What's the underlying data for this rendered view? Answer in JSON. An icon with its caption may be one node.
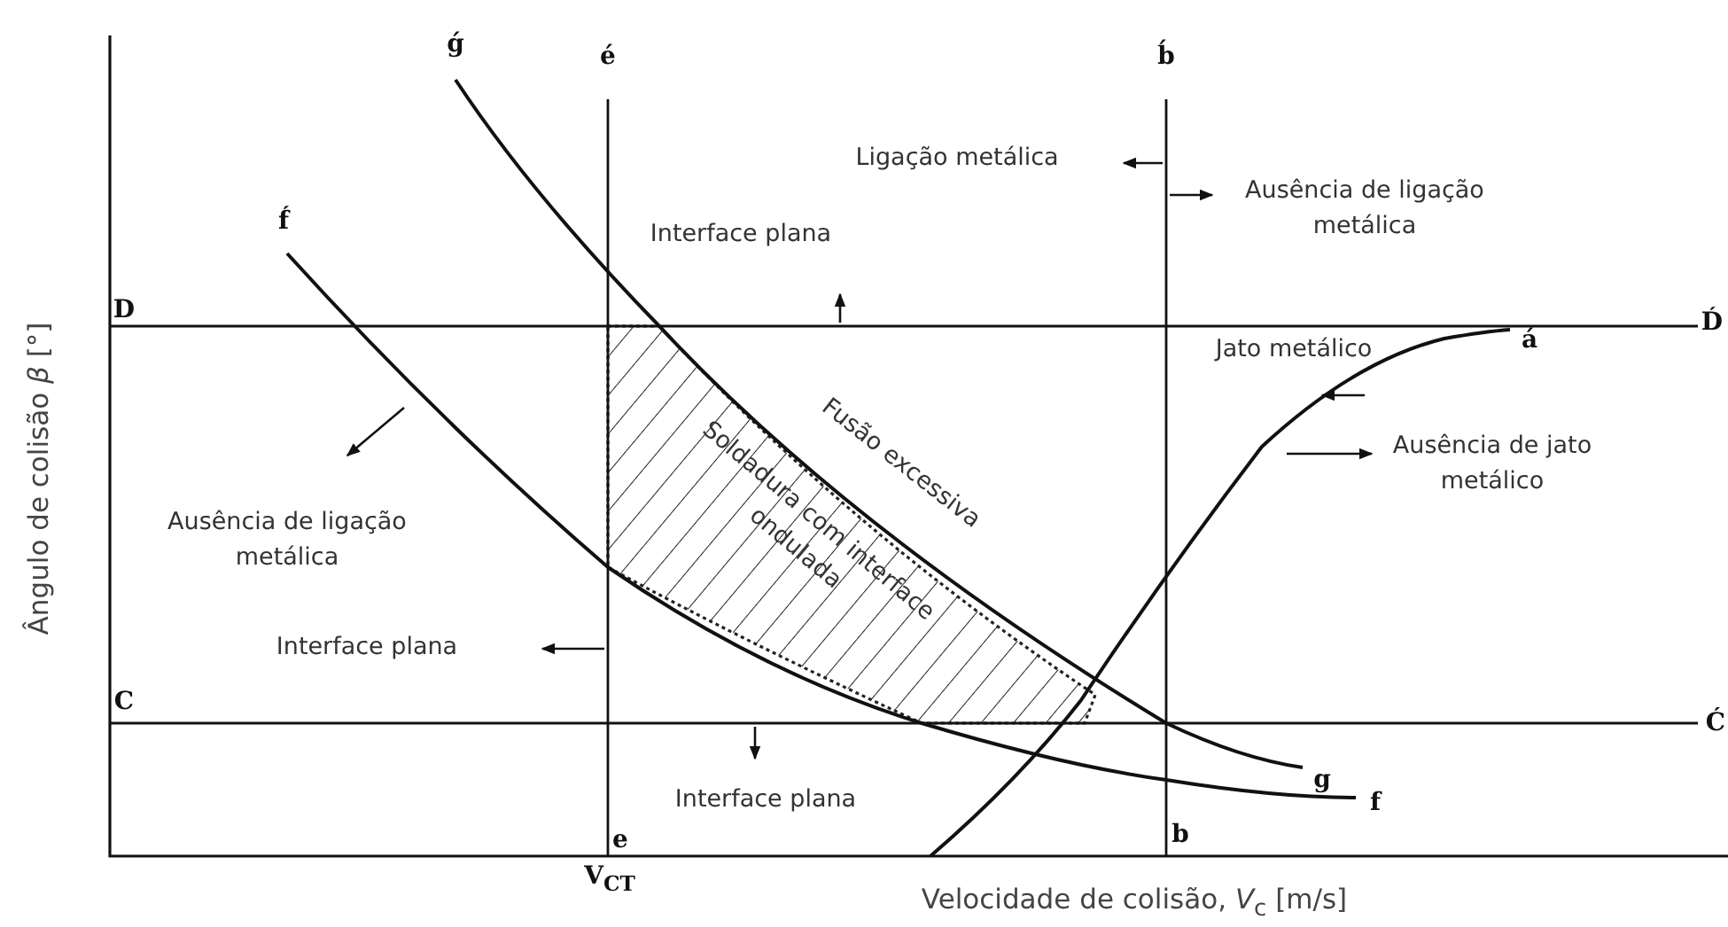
{
  "diagram": {
    "labels": [
      "ǵ",
      "é",
      "b́",
      "Ligação metálica",
      "Ausência de ligação metálica",
      "f́",
      "Interface plana",
      "D",
      "D́",
      "Jato metálico",
      "á",
      "Fusão excessiva",
      "Ausência de jato metálico",
      "Soldadura com interface ondulada",
      "Ausência de ligação metálica",
      "Interface plana",
      "C",
      "Ć",
      "g",
      "f",
      "Interface plana",
      "e",
      "b",
      "V$_{CT}$",
      "Ângulo de colisão *β* [°]",
      "Velocidade de colisão, *V*$_{c}$ [m/s]"
    ]
  }
}
